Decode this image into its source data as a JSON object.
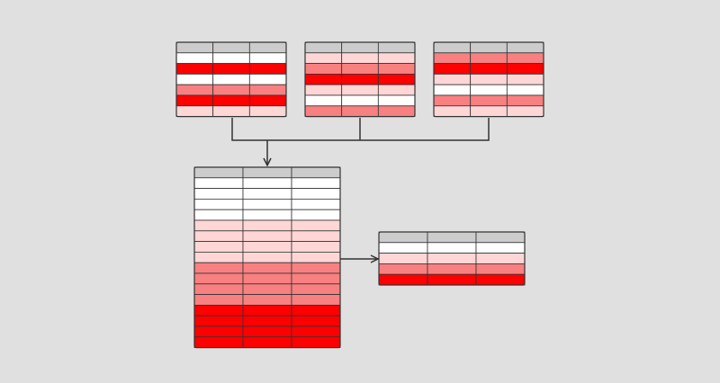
{
  "colors": {
    "background": "#e0e0e0",
    "header": "#cccccc",
    "white": "#ffffff",
    "light": "#ffd6d6",
    "medium": "#f88080",
    "dark": "#ff0000",
    "border": "#333333",
    "arrow": "#333333"
  },
  "tables": [
    {
      "id": "source-table-1",
      "columns": 3,
      "rows": [
        "white",
        "dark",
        "white",
        "medium",
        "dark",
        "light"
      ]
    },
    {
      "id": "source-table-2",
      "columns": 3,
      "rows": [
        "light",
        "medium",
        "dark",
        "light",
        "white",
        "medium"
      ]
    },
    {
      "id": "source-table-3",
      "columns": 3,
      "rows": [
        "medium",
        "dark",
        "light",
        "white",
        "medium",
        "light"
      ]
    },
    {
      "id": "combined-sorted-table",
      "columns": 3,
      "rows": [
        "white",
        "white",
        "white",
        "white",
        "light",
        "light",
        "light",
        "light",
        "medium",
        "medium",
        "medium",
        "medium",
        "dark",
        "dark",
        "dark",
        "dark"
      ]
    },
    {
      "id": "aggregated-table",
      "columns": 3,
      "rows": [
        "white",
        "light",
        "medium",
        "dark"
      ]
    }
  ]
}
